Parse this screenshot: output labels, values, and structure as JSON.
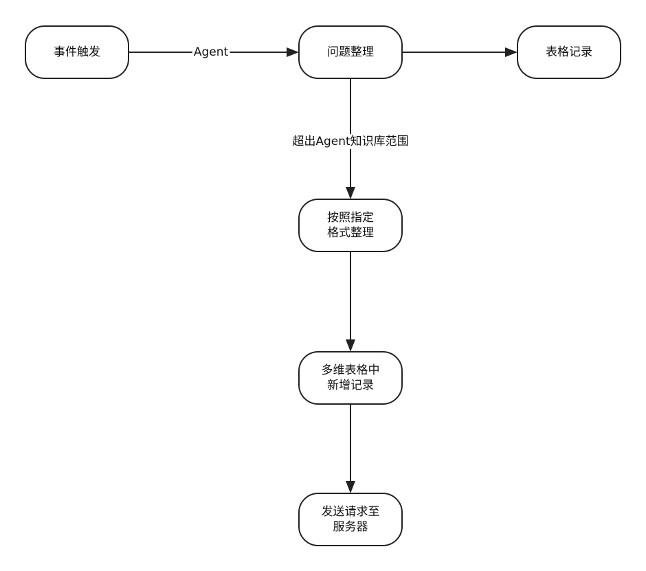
{
  "diagram": {
    "nodes": [
      {
        "id": "event-trigger",
        "label": "事件触发"
      },
      {
        "id": "problem-organize",
        "label": "问题整理"
      },
      {
        "id": "table-record",
        "label": "表格记录"
      },
      {
        "id": "format-organize",
        "label": "按照指定\n格式整理"
      },
      {
        "id": "multi-table-add",
        "label": "多维表格中\n新增记录"
      },
      {
        "id": "send-request",
        "label": "发送请求至\n服务器"
      }
    ],
    "edges": [
      {
        "from": "event-trigger",
        "to": "problem-organize",
        "label": "Agent"
      },
      {
        "from": "problem-organize",
        "to": "table-record",
        "label": ""
      },
      {
        "from": "problem-organize",
        "to": "format-organize",
        "label": "超出Agent知识库范围"
      },
      {
        "from": "format-organize",
        "to": "multi-table-add",
        "label": ""
      },
      {
        "from": "multi-table-add",
        "to": "send-request",
        "label": ""
      }
    ],
    "colors": {
      "stroke": "#222222",
      "text": "#111111",
      "background": "#ffffff"
    }
  }
}
